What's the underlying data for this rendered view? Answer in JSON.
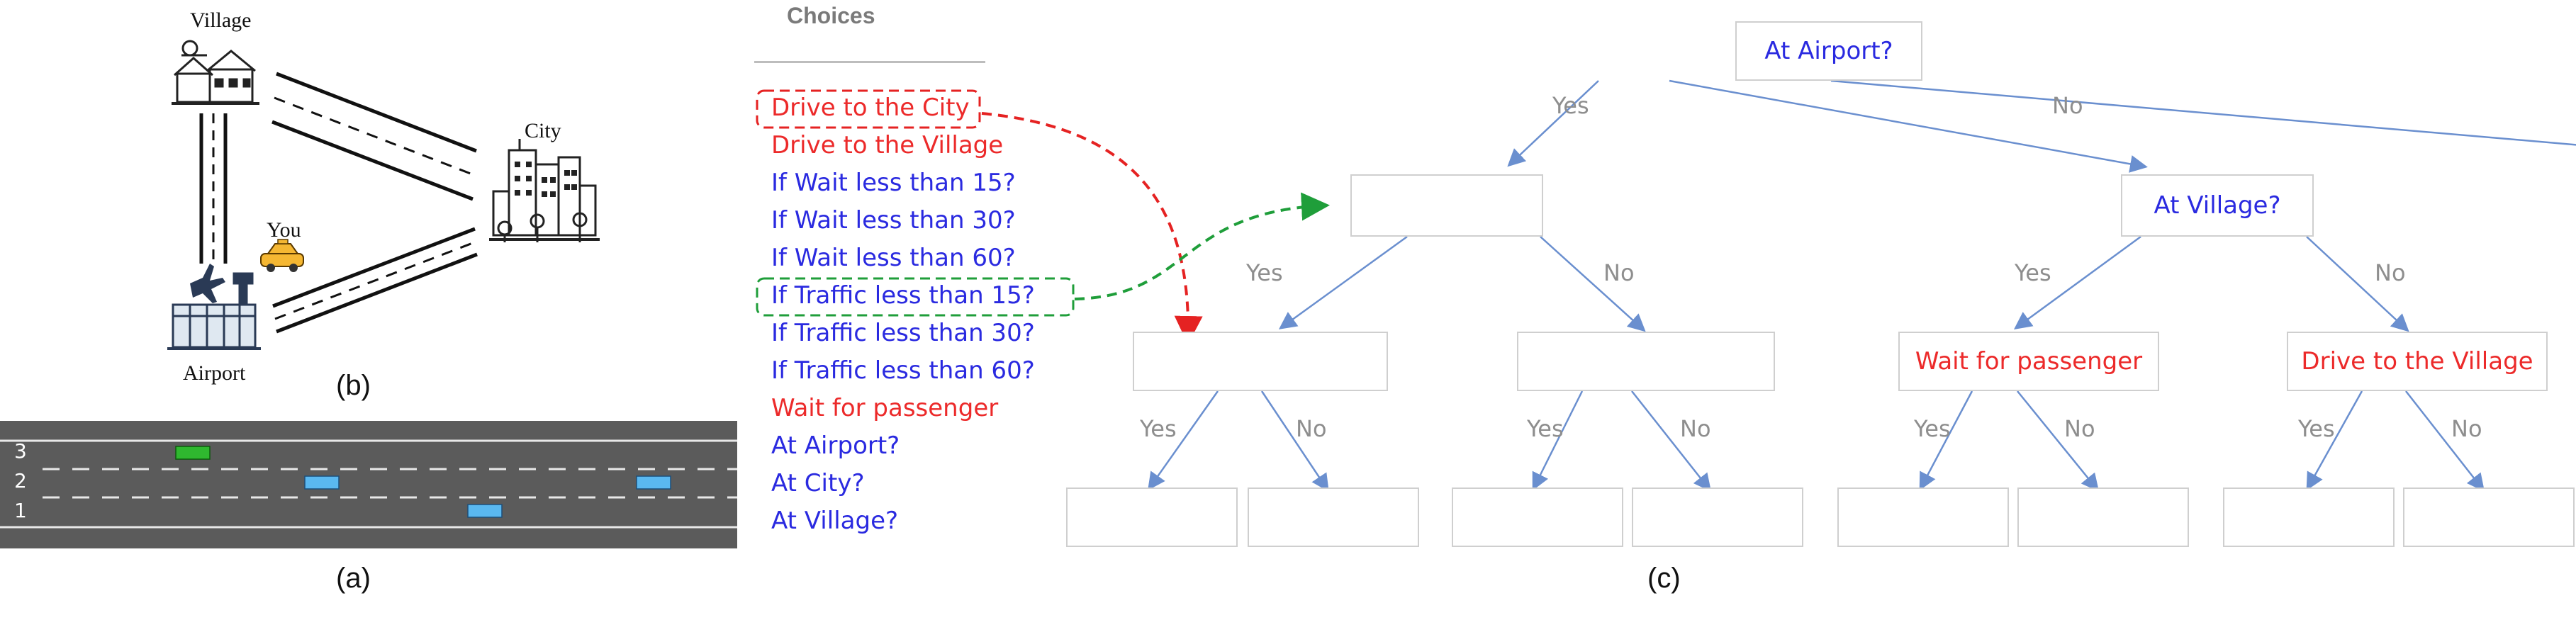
{
  "panels": {
    "a": "(a)",
    "b": "(b)",
    "c": "(c)"
  },
  "map": {
    "village": "Village",
    "city": "City",
    "you": "You",
    "airport": "Airport"
  },
  "highway": {
    "lanes": [
      "3",
      "2",
      "1"
    ]
  },
  "choices": {
    "title": "Choices",
    "items": [
      {
        "text": "Drive to the City",
        "kind": "action"
      },
      {
        "text": "Drive to the Village",
        "kind": "action"
      },
      {
        "text": "If Wait less than 15?",
        "kind": "question"
      },
      {
        "text": "If Wait less than 30?",
        "kind": "question"
      },
      {
        "text": "If Wait less than 60?",
        "kind": "question"
      },
      {
        "text": "If Traffic less than 15?",
        "kind": "question"
      },
      {
        "text": "If Traffic less than 30?",
        "kind": "question"
      },
      {
        "text": "If Traffic less than 60?",
        "kind": "question"
      },
      {
        "text": "Wait for passenger",
        "kind": "action"
      },
      {
        "text": "At Airport?",
        "kind": "question"
      },
      {
        "text": "At City?",
        "kind": "question"
      },
      {
        "text": "At Village?",
        "kind": "question"
      }
    ]
  },
  "tree": {
    "root": "At Airport?",
    "village_q": "At Village?",
    "wait": "Wait for passenger",
    "drive_village": "Drive to the Village",
    "yes": "Yes",
    "no": "No"
  },
  "colors": {
    "action": "#ec2a2a",
    "question": "#2a2ae0",
    "edge": "#6a8fcf",
    "drag_red": "#e52222",
    "drag_green": "#1f9e3a"
  }
}
